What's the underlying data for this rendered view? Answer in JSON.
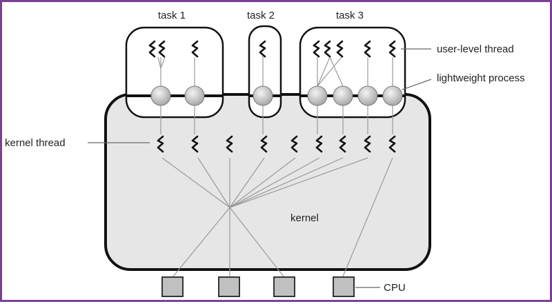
{
  "labels": {
    "task1": "task 1",
    "task2": "task 2",
    "task3": "task 3",
    "user_level_thread": "user-level thread",
    "lightweight_process": "lightweight process",
    "kernel_thread": "kernel thread",
    "kernel": "kernel",
    "cpu": "CPU"
  },
  "colors": {
    "frame": "#7b3f98",
    "kernel_fill": "#e6e6e6",
    "lwp_fill": "#c8c8c8",
    "cpu_fill": "#c0c0c0",
    "line": "#888888"
  },
  "counts": {
    "cpus": 4
  }
}
